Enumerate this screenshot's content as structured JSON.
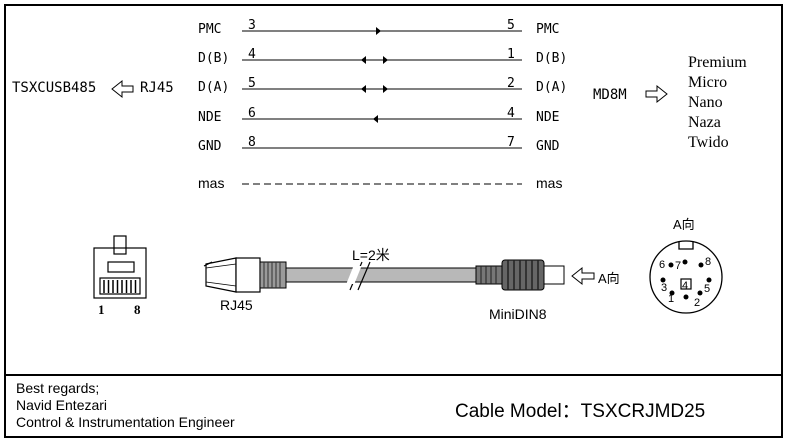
{
  "pinout": {
    "rows": [
      {
        "left_label": "PMC",
        "left_pin": "3",
        "right_pin": "5",
        "right_label": "PMC",
        "arrows": "right"
      },
      {
        "left_label": "D(B)",
        "left_pin": "4",
        "right_pin": "1",
        "right_label": "D(B)",
        "arrows": "both"
      },
      {
        "left_label": "D(A)",
        "left_pin": "5",
        "right_pin": "2",
        "right_label": "D(A)",
        "arrows": "both"
      },
      {
        "left_label": "NDE",
        "left_pin": "6",
        "right_pin": "4",
        "right_label": "NDE",
        "arrows": "left"
      },
      {
        "left_label": "GND",
        "left_pin": "8",
        "right_pin": "7",
        "right_label": "GND",
        "arrows": "none"
      },
      {
        "left_label": "mas",
        "left_pin": "",
        "right_pin": "",
        "right_label": "mas",
        "arrows": "dashed"
      }
    ]
  },
  "left_side": {
    "device": "TSXCUSB485",
    "connector": "RJ45"
  },
  "right_side": {
    "connector": "MD8M",
    "targets": [
      "Premium",
      "Micro",
      "Nano",
      "Naza",
      "Twido"
    ]
  },
  "cable": {
    "length_label": "L=2米",
    "left_plug_label": "RJ45",
    "right_plug_label": "MiniDIN8",
    "view_label": "A向"
  },
  "rj45_pins": {
    "first": "1",
    "last": "8"
  },
  "din": {
    "title": "A向",
    "pins": [
      "6",
      "7",
      "8",
      "3",
      "4",
      "5",
      "1",
      "2"
    ]
  },
  "footer": {
    "line1": "Best regards;",
    "line2": "Navid Entezari",
    "line3": "Control & Instrumentation Engineer",
    "model_label": "Cable Model：TSXCRJMD25"
  }
}
